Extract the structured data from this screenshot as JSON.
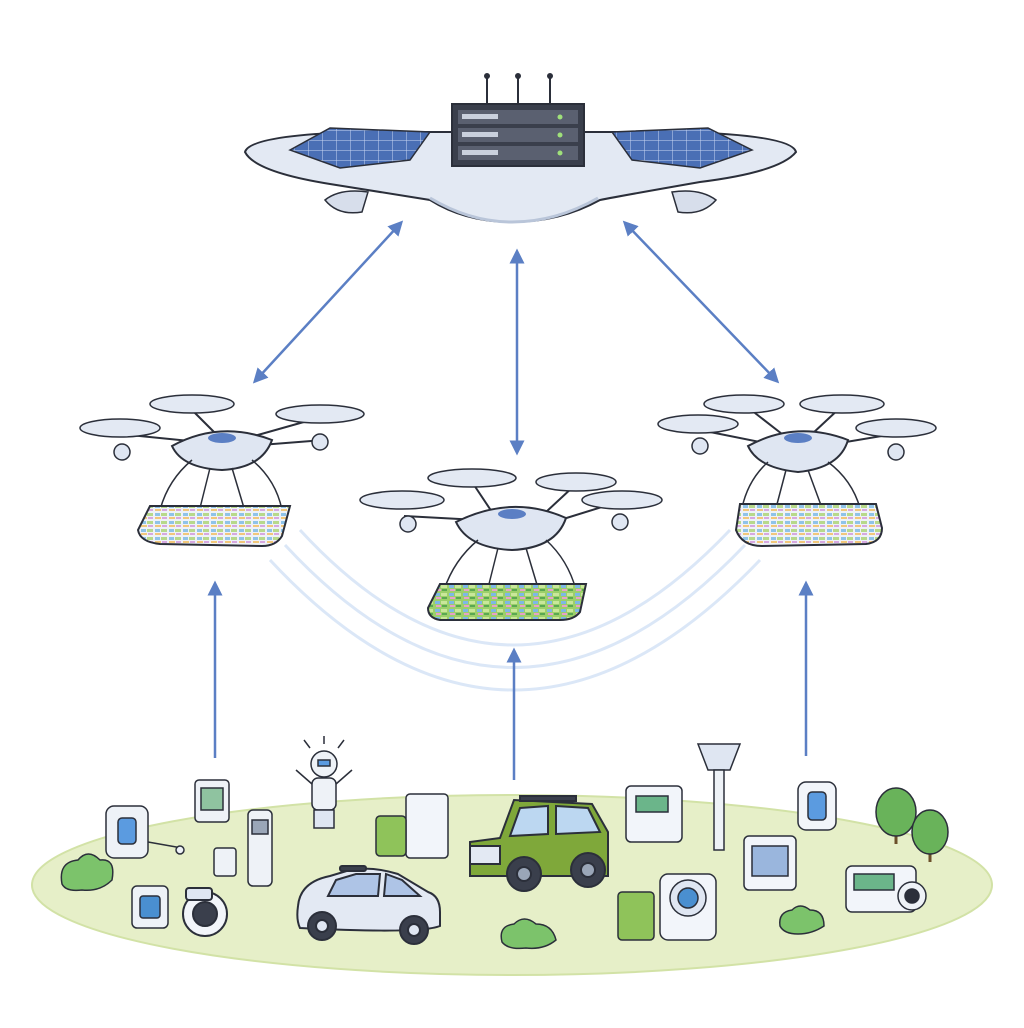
{
  "colors": {
    "background": "#ffffff",
    "ground": "#e6efc8",
    "ground_edge": "#d2e2a6",
    "outline": "#2b2f3a",
    "drone_body": "#dfe6f2",
    "drone_shade": "#b9c5d9",
    "solar_panel": "#4a6fb5",
    "server": "#3a3f4c",
    "arrow": "#5b7fc4",
    "signal": "#dbe7f7",
    "tree": "#69b35a",
    "bush": "#7cc36b",
    "truck": "#7fa83a",
    "car": "#e3e9f3"
  },
  "components": [
    {
      "name": "hub-platform",
      "icon": "solar-platform-server-icon"
    },
    {
      "name": "drone-left",
      "icon": "quadcopter-icon"
    },
    {
      "name": "drone-center",
      "icon": "quadcopter-icon"
    },
    {
      "name": "drone-right",
      "icon": "quadcopter-icon"
    },
    {
      "name": "ground-devices",
      "icon": "iot-device-icon"
    },
    {
      "name": "vehicle-car",
      "icon": "car-icon"
    },
    {
      "name": "vehicle-truck",
      "icon": "truck-icon"
    },
    {
      "name": "robot",
      "icon": "robot-icon"
    },
    {
      "name": "tree",
      "icon": "tree-icon"
    }
  ]
}
